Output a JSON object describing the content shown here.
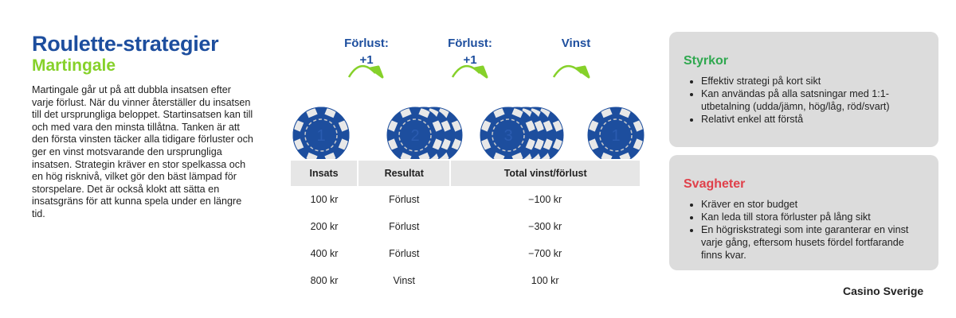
{
  "header": {
    "title": "Roulette-strategier",
    "subtitle": "Martingale"
  },
  "description": "Martingale går ut på att dubbla insatsen efter varje förlust. När du vinner återställer du insatsen till det ursprungliga beloppet. Startinsatsen kan till och med vara den minsta tillåtna. Tanken är att den första vinsten täcker alla tidigare förluster och ger en vinst motsvarande den ursprungliga insatsen. Strategin kräver en stor spelkassa och en hög risknivå, vilket gör den bäst lämpad för storspelare. Det är också klokt att sätta en insatsgräns för att kunna spela under en längre tid.",
  "flow": {
    "steps": [
      {
        "label": "Förlust:",
        "sub": "+1"
      },
      {
        "label": "Förlust:",
        "sub": "+1"
      },
      {
        "label": "Vinst",
        "sub": ""
      }
    ],
    "chips": [
      "1",
      "2",
      "3",
      "1"
    ],
    "colors": {
      "chip": "#1d4e9e",
      "arrow": "#86d12a"
    }
  },
  "table": {
    "headers": [
      "Insats",
      "Resultat",
      "Total vinst/förlust"
    ],
    "rows": [
      [
        "100 kr",
        "Förlust",
        "−100 kr"
      ],
      [
        "200 kr",
        "Förlust",
        "−300 kr"
      ],
      [
        "400 kr",
        "Förlust",
        "−700 kr"
      ],
      [
        "800 kr",
        "Vinst",
        "100 kr"
      ]
    ]
  },
  "strengths": {
    "title": "Styrkor",
    "color": "#2fa84f",
    "items": [
      "Effektiv strategi på kort sikt",
      "Kan användas på alla satsningar med 1:1-utbetalning (udda/jämn, hög/låg, röd/svart)",
      "Relativt enkel att förstå"
    ]
  },
  "weaknesses": {
    "title": "Svagheter",
    "color": "#e0404a",
    "items": [
      "Kräver en stor budget",
      "Kan leda till stora förluster på lång sikt",
      "En högriskstrategi som inte garanterar en vinst varje gång, eftersom husets fördel fortfarande finns kvar."
    ]
  },
  "logo": "Casino Sverige"
}
